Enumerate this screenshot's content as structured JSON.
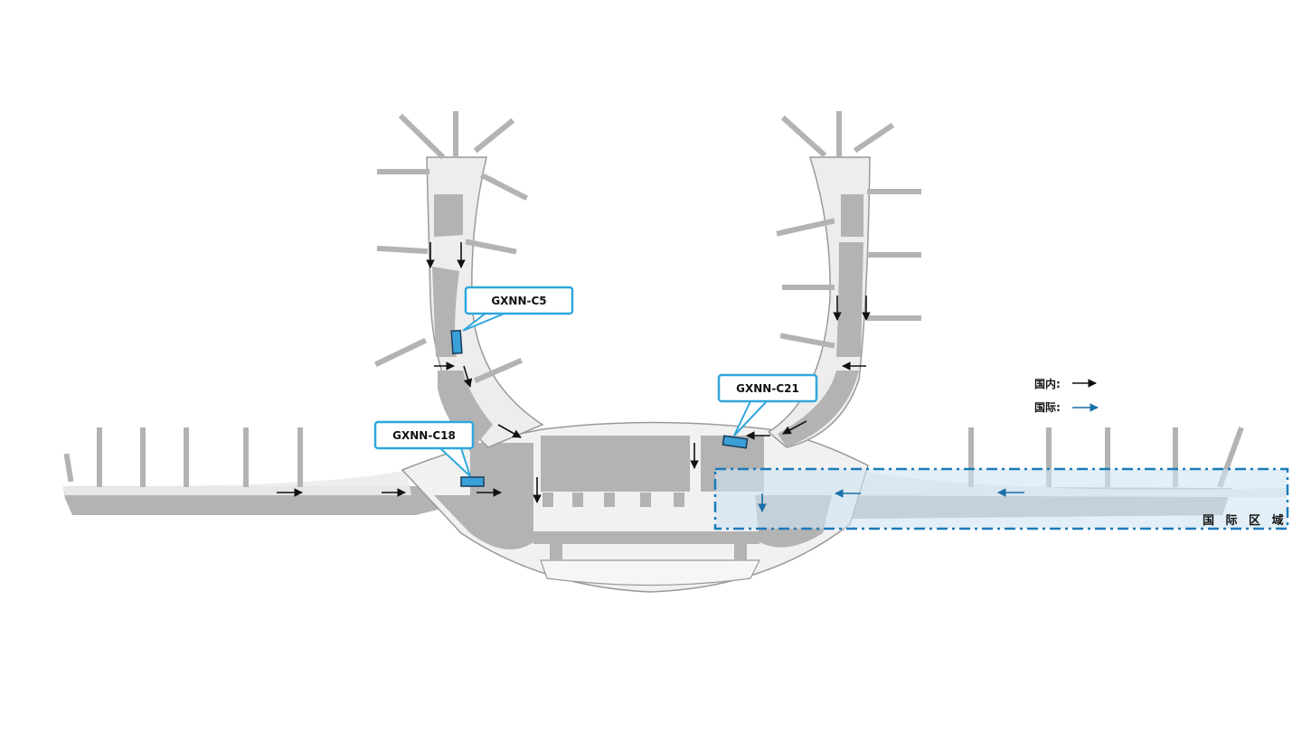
{
  "callouts": {
    "c5": {
      "label": "GXNN-C5"
    },
    "c18": {
      "label": "GXNN-C18"
    },
    "c21": {
      "label": "GXNN-C21"
    }
  },
  "legend": {
    "domestic": {
      "label": "国内:",
      "color": "#111111"
    },
    "international": {
      "label": "国际:",
      "color": "#1a6fa8"
    }
  },
  "international_zone": {
    "label": "国 际 区 域",
    "border_color": "#1b7bb8",
    "fill_color": "#cfe4f3"
  },
  "counter_color": "#3aa0d8",
  "callout_border_color": "#2fa7dc",
  "building_colors": {
    "floor": "#b3b3b3",
    "corridor": "#ededed",
    "outline": "#9a9a9a"
  }
}
